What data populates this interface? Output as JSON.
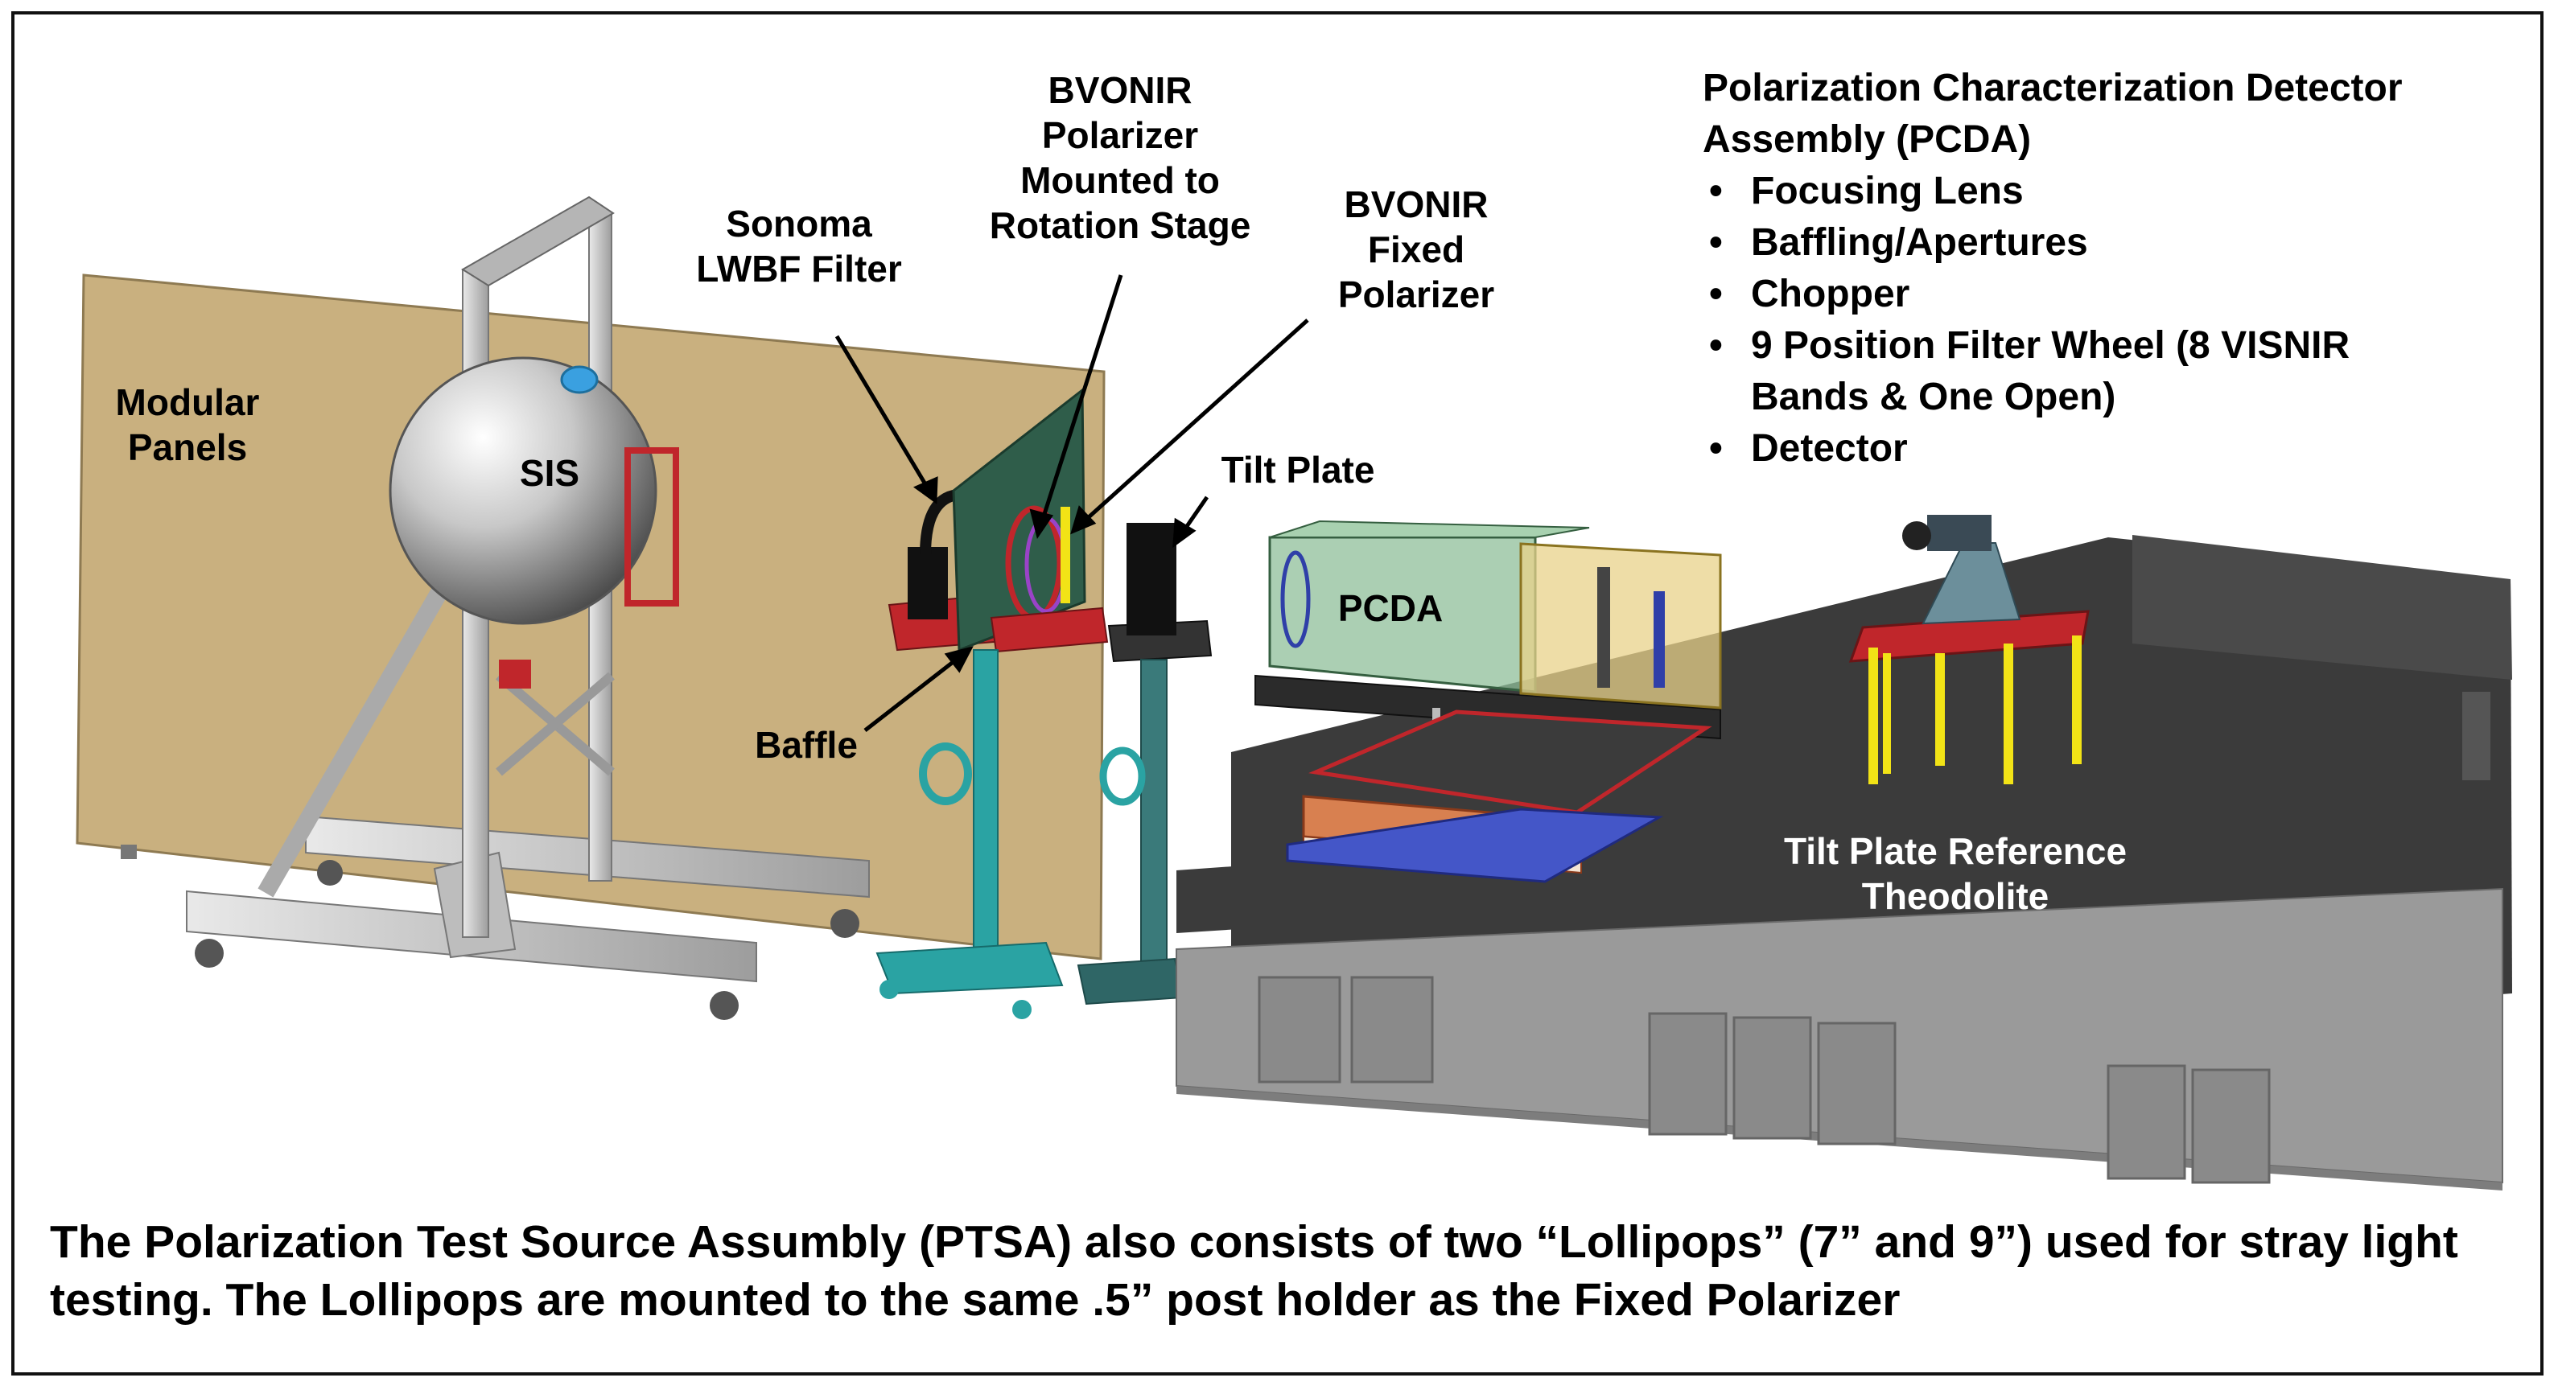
{
  "labels": {
    "modular_panels": "Modular\nPanels",
    "sis": "SIS",
    "sonoma_filter": "Sonoma\nLWBF Filter",
    "bvonir_polarizer": "BVONIR\nPolarizer\nMounted to\nRotation Stage",
    "bvonir_fixed": "BVONIR\nFixed\nPolarizer",
    "tilt_plate": "Tilt Plate",
    "baffle": "Baffle",
    "pcda": "PCDA",
    "theodolite": "Tilt Plate Reference\nTheodolite"
  },
  "pcda_block": {
    "title": "Polarization Characterization Detector\nAssembly (PCDA)",
    "items": [
      "Focusing Lens",
      "Baffling/Apertures",
      "Chopper",
      "9 Position Filter Wheel (8 VISNIR\nBands & One Open)",
      "Detector"
    ]
  },
  "caption": "The Polarization Test Source Assumbly (PTSA) also consists of two “Lollipops” (7” and 9”) used for stray light testing.  The Lollipops are mounted to the same .5” post holder as the Fixed Polarizer",
  "colors": {
    "panel": "#c9b07f",
    "table_top": "#3b3b3b",
    "table_side": "#9a9a9a",
    "stand": "#2aa3a3",
    "pcda_box": "#8fbf9a",
    "accent_red": "#c0262b",
    "accent_yellow": "#f2e316"
  }
}
